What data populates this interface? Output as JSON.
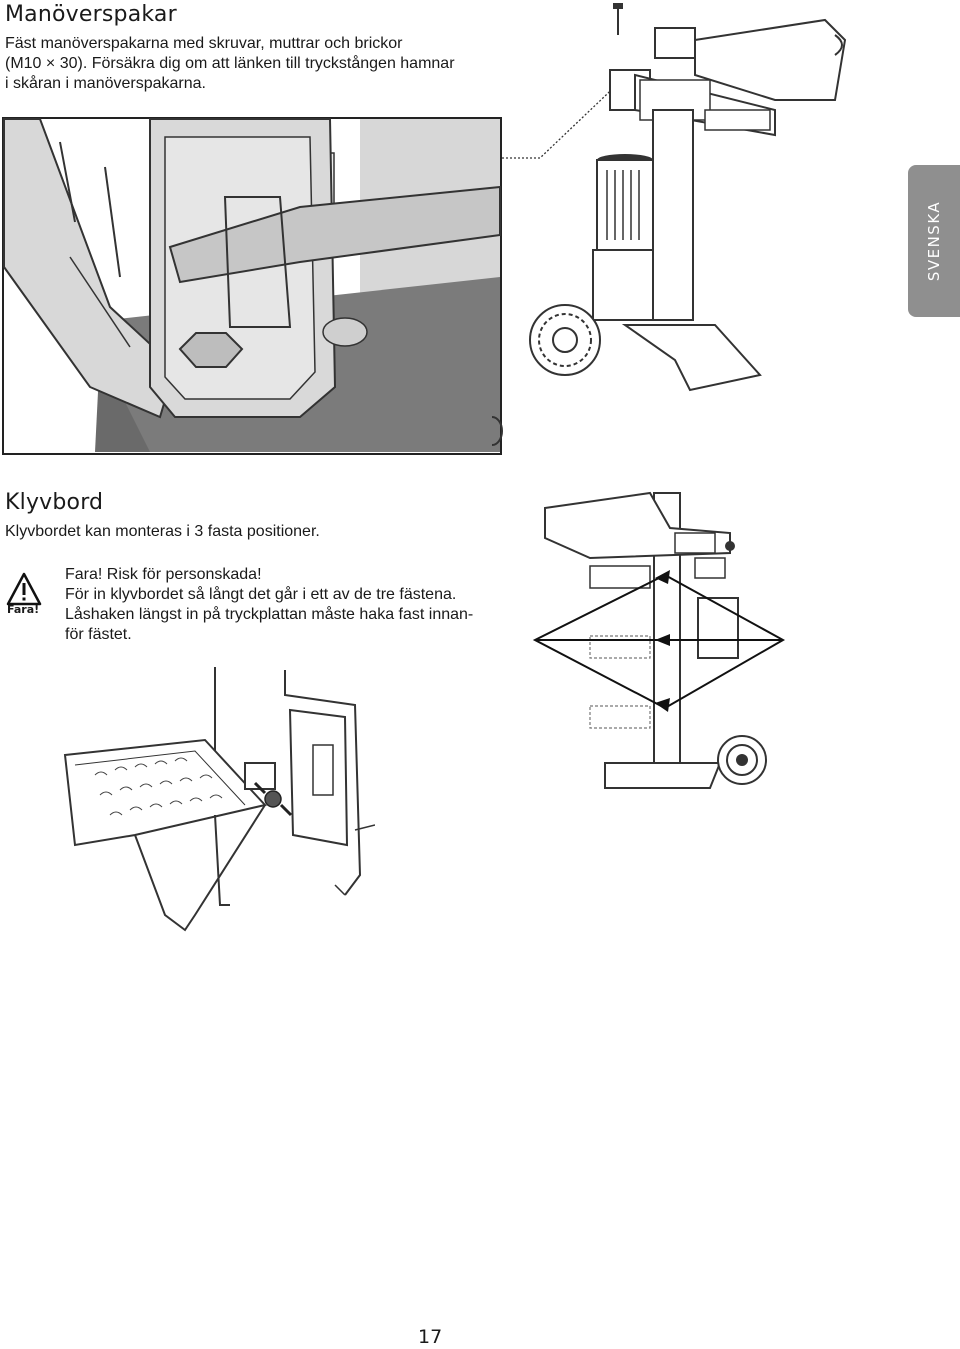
{
  "section1": {
    "heading": "Manöverspakar",
    "lines": [
      "Fäst manöverspakarna med skruvar, muttrar och brickor",
      "(M10 × 30). Försäkra dig om att länken till tryckstången hamnar",
      "i skåran i manöverspakarna."
    ]
  },
  "side_tab": {
    "label": "SVENSKA"
  },
  "section2": {
    "heading": "Klyvbord",
    "lines": [
      "Klyvbordet kan monteras i 3 fasta positioner."
    ]
  },
  "warning": {
    "icon": "warning-triangle-icon",
    "icon_label": "Fara!",
    "title": "Fara! Risk för personskada!",
    "lines": [
      "För in klyvbordet så långt det går i ett av de tre fästena.",
      "Låshaken längst in på tryckplattan måste haka fast innan-",
      "för fästet."
    ]
  },
  "page_number": "17"
}
